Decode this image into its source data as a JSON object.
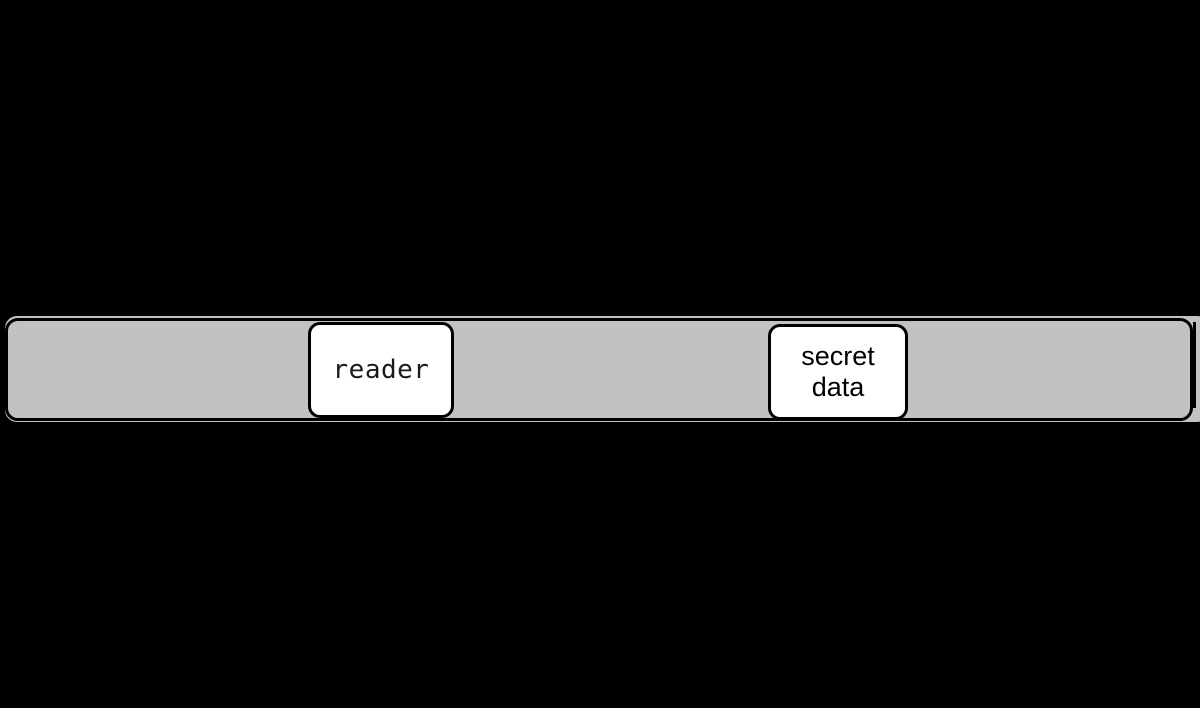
{
  "colors": {
    "background": "#000000",
    "bar_fill": "#c2c2c2",
    "bar_border": "#000000",
    "box_fill": "#ffffff",
    "box_border": "#000000",
    "text": "#1a1a1a"
  },
  "diagram": {
    "memory_bar": {
      "regions": [
        {
          "id": "reader",
          "label": "reader"
        },
        {
          "id": "secret-data",
          "label_line1": "secret",
          "label_line2": "data"
        }
      ]
    }
  }
}
